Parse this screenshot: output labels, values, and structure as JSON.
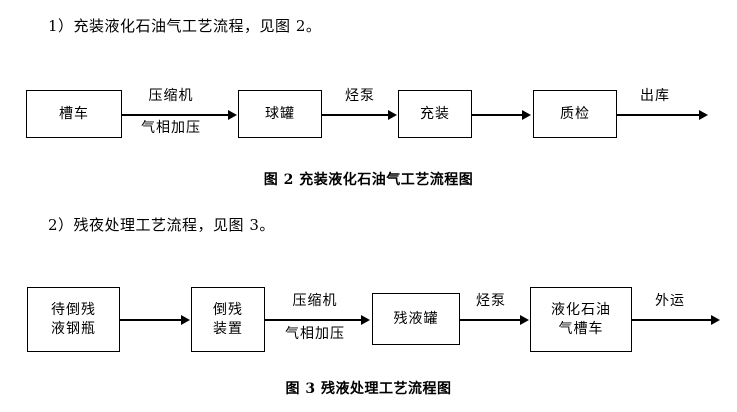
{
  "document": {
    "paragraphs": [
      {
        "id": "item-1",
        "text": "1）充装液化石油气工艺流程，见图 2。"
      },
      {
        "id": "item-2",
        "text": "2）残夜处理工艺流程，见图 3。"
      }
    ],
    "captions": [
      {
        "id": "figure-2-caption",
        "text": "图 2    充装液化石油气工艺流程图"
      },
      {
        "id": "figure-3-caption",
        "text": "图 3    残液处理工艺流程图"
      }
    ]
  },
  "figure2": {
    "nodes": [
      {
        "name": "tank-truck",
        "line1": "槽车",
        "line2": ""
      },
      {
        "name": "spherical-tank",
        "line1": "球罐",
        "line2": ""
      },
      {
        "name": "filling",
        "line1": "充装",
        "line2": ""
      },
      {
        "name": "quality-inspection",
        "line1": "质检",
        "line2": ""
      }
    ],
    "edge_labels": [
      {
        "name": "compressor",
        "above": "压缩机",
        "below": "气相加压"
      },
      {
        "name": "hydrocarbon-pump",
        "above": "烃泵",
        "below": ""
      },
      {
        "name": "outbound",
        "above": "出库",
        "below": ""
      }
    ]
  },
  "figure3": {
    "nodes": [
      {
        "name": "cylinders-to-drain",
        "line1": "待倒残",
        "line2": "液钢瓶"
      },
      {
        "name": "residue-transfer-unit",
        "line1": "倒残",
        "line2": "装置"
      },
      {
        "name": "residue-tank",
        "line1": "残液罐",
        "line2": ""
      },
      {
        "name": "lpg-tank-truck",
        "line1": "液化石油",
        "line2": "气槽车"
      }
    ],
    "edge_labels": [
      {
        "name": "compressor",
        "above": "压缩机",
        "below": "气相加压"
      },
      {
        "name": "hydrocarbon-pump",
        "above": "烃泵",
        "below": ""
      },
      {
        "name": "outbound-transport",
        "above": "外运",
        "below": ""
      }
    ]
  },
  "colors": {
    "ink": "#000000",
    "paper": "#ffffff"
  }
}
